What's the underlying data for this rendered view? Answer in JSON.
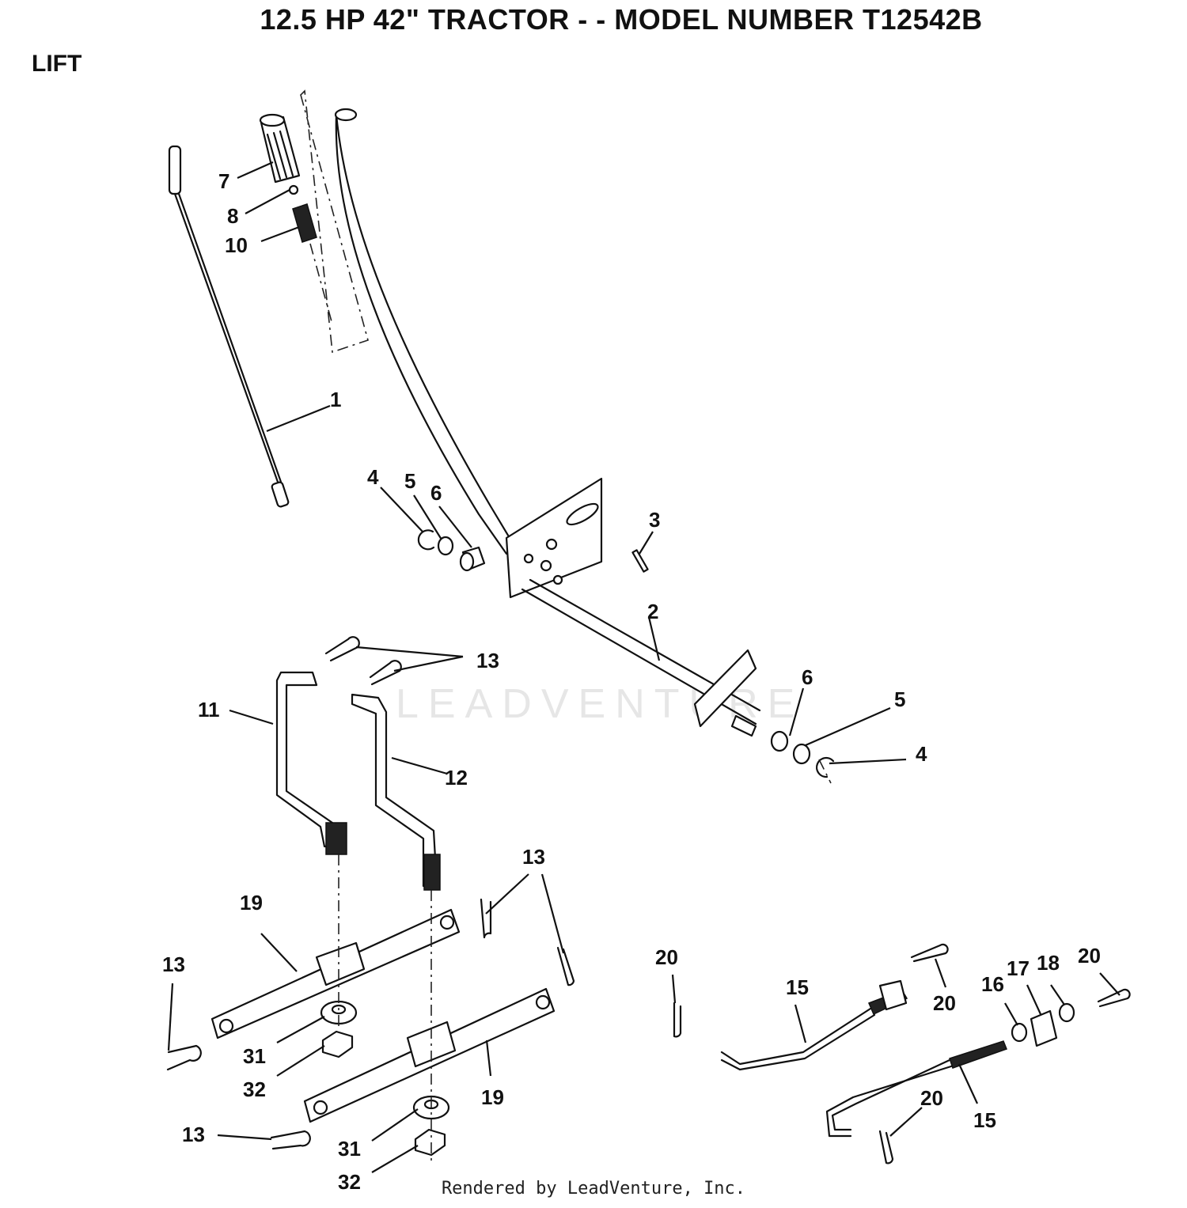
{
  "header": {
    "title": "12.5 HP 42\" TRACTOR - - MODEL NUMBER T12542B",
    "section": "LIFT"
  },
  "watermark": "LEADVENTURE",
  "footer": "Rendered by LeadVenture, Inc.",
  "callouts": {
    "c1": "1",
    "c2": "2",
    "c3": "3",
    "c4a": "4",
    "c5a": "5",
    "c6a": "6",
    "c4b": "4",
    "c5b": "5",
    "c6b": "6",
    "c7": "7",
    "c8": "8",
    "c10": "10",
    "c11": "11",
    "c12": "12",
    "c13a": "13",
    "c13b": "13",
    "c13c": "13",
    "c13d": "13",
    "c15a": "15",
    "c15b": "15",
    "c16": "16",
    "c17": "17",
    "c18": "18",
    "c19a": "19",
    "c19b": "19",
    "c20a": "20",
    "c20b": "20",
    "c20c": "20",
    "c20d": "20",
    "c31a": "31",
    "c31b": "31",
    "c32a": "32",
    "c32b": "32"
  }
}
